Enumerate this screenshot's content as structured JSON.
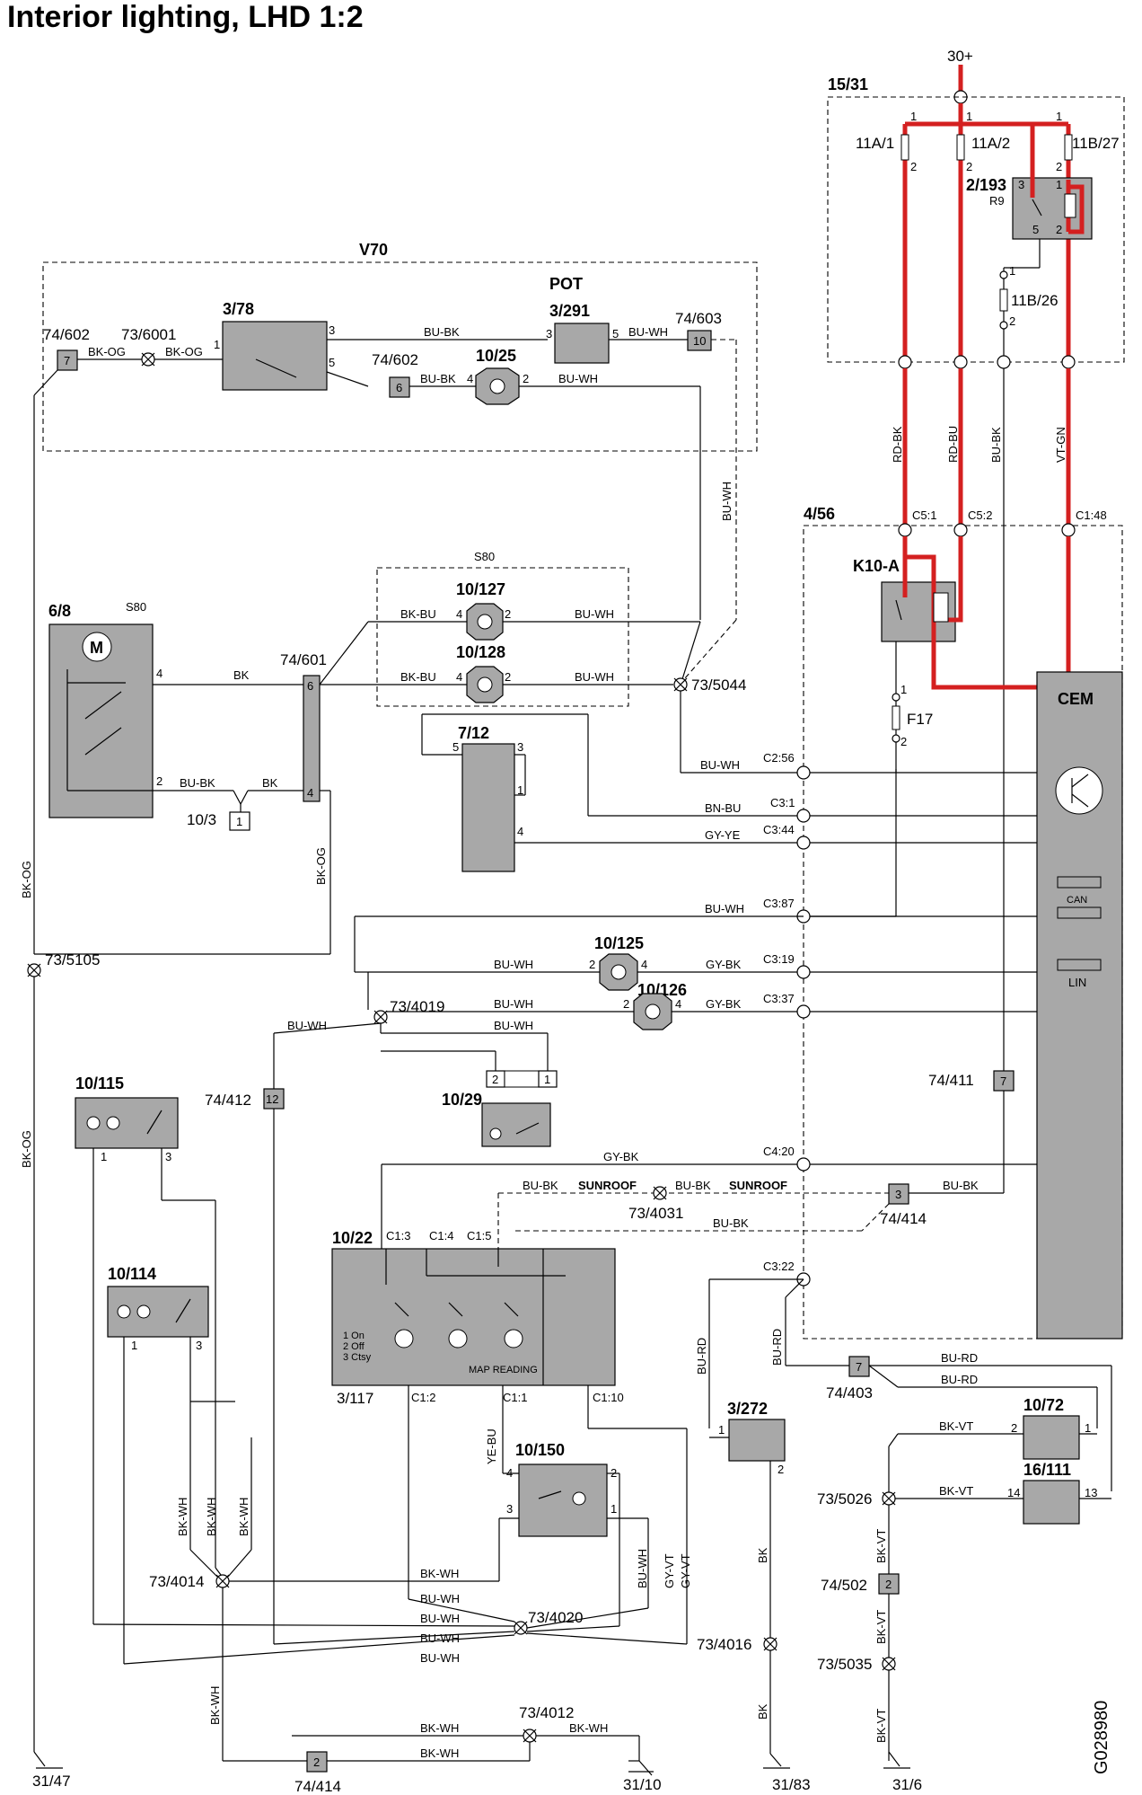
{
  "title": "Interior lighting, LHD 1:2",
  "drawing_code": "G028980",
  "power": "30+",
  "components": {
    "c15_31": "15/31",
    "f11a1": "11A/1",
    "f11a2": "11A/2",
    "f11b27": "11B/27",
    "r2_193": "2/193",
    "r9": "R9",
    "f11b26": "11B/26",
    "v70": "V70",
    "pot": "POT",
    "c3_291": "3/291",
    "c3_78": "3/78",
    "c74_602a": "74/602",
    "c73_6001": "73/6001",
    "c74_602b": "74/602",
    "c74_603": "74/603",
    "c10_25": "10/25",
    "c4_56": "4/56",
    "k10a": "K10-A",
    "cem": "CEM",
    "f17": "F17",
    "c6_8": "6/8",
    "s80a": "S80",
    "s80b": "S80",
    "c10_127": "10/127",
    "c10_128": "10/128",
    "c74_601": "74/601",
    "c73_5044": "73/5044",
    "c7_12": "7/12",
    "c10_3": "10/3",
    "c73_5105": "73/5105",
    "c10_125": "10/125",
    "c10_126": "10/126",
    "c73_4019": "73/4019",
    "c10_115": "10/115",
    "c74_412": "74/412",
    "c10_29": "10/29",
    "c74_411": "74/411",
    "c10_114": "10/114",
    "c73_4031": "73/4031",
    "c74_414a": "74/414",
    "c10_22": "10/22",
    "c3_117": "3/117",
    "c10_150": "10/150",
    "c3_272": "3/272",
    "c74_403": "74/403",
    "c10_72": "10/72",
    "c16_111": "16/111",
    "c73_5026": "73/5026",
    "c74_502": "74/502",
    "c73_5035": "73/5035",
    "c73_4014": "73/4014",
    "c73_4020": "73/4020",
    "c73_4016": "73/4016",
    "c73_4012": "73/4012",
    "c74_414b": "74/414",
    "g31_47": "31/47",
    "g31_10": "31/10",
    "g31_83": "31/83",
    "g31_6": "31/6"
  },
  "connectors": {
    "c5_1": "C5:1",
    "c5_2": "C5:2",
    "c1_48": "C1:48",
    "c2_56": "C2:56",
    "c3_1": "C3:1",
    "c3_44": "C3:44",
    "c3_87": "C3:87",
    "c3_19": "C3:19",
    "c3_37": "C3:37",
    "c4_20": "C4:20",
    "c3_22": "C3:22",
    "c1_3": "C1:3",
    "c1_4": "C1:4",
    "c1_5": "C1:5",
    "c1_2": "C1:2",
    "c1_1": "C1:1",
    "c1_10": "C1:10"
  },
  "wires": {
    "rd_bk": "RD-BK",
    "rd_bu": "RD-BU",
    "bu_bk": "BU-BK",
    "vt_gn": "VT-GN",
    "bk_og": "BK-OG",
    "bu_wh": "BU-WH",
    "bk": "BK",
    "bk_bu": "BK-BU",
    "bn_bu": "BN-BU",
    "gy_ye": "GY-YE",
    "gy_bk": "GY-BK",
    "bu_rd": "BU-RD",
    "bk_vt": "BK-VT",
    "ye_bu": "YE-BU",
    "bk_wh": "BK-WH",
    "gy_vt": "GY-VT",
    "sunroof": "SUNROOF"
  },
  "cem_labels": {
    "can": "CAN",
    "lin": "LIN"
  },
  "switch_legend": {
    "on": "1 On",
    "off": "2 Off",
    "ctsy": "3 Ctsy",
    "map": "MAP READING"
  },
  "accent_color": "#d42020"
}
